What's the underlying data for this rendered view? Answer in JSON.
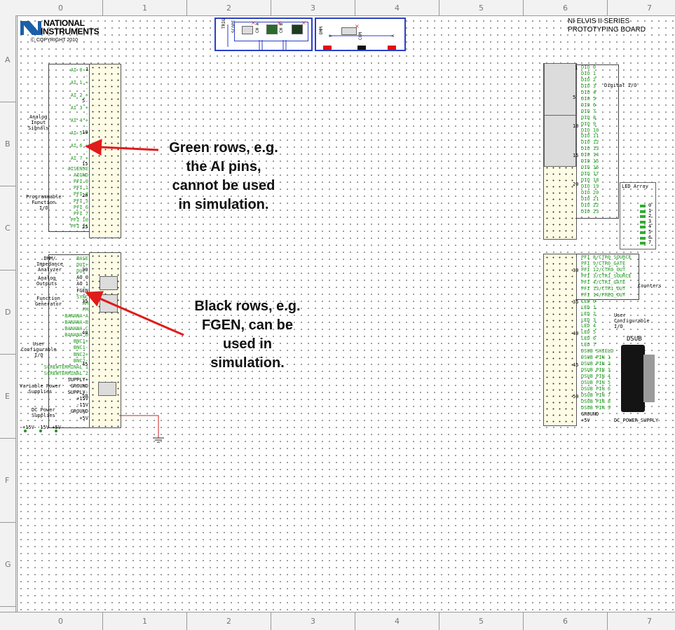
{
  "rulers": {
    "columns": [
      "0",
      "1",
      "2",
      "3",
      "4",
      "5",
      "6",
      "7"
    ],
    "rows": [
      "A",
      "B",
      "C",
      "D",
      "E",
      "F",
      "G"
    ]
  },
  "logo": {
    "line1": "NATIONAL",
    "line2": "INSTRUMENTS",
    "copyright": "COPYRIGHT 2010"
  },
  "board_title": {
    "line1": "NI ELVIS II SERIES",
    "line2": "PROTOTYPING BOARD"
  },
  "left_top": {
    "group_label": "Analog\nInput\nSignals",
    "prog_label": "Programmable\nFunction\nI/O",
    "ai_pins": [
      "AI 0 +",
      "-",
      "AI 1 +",
      "-",
      "AI 2 +",
      "-",
      "AI 3 +",
      "-",
      "AI 4 +",
      "-",
      "AI 5 +",
      "-",
      "AI 6 +",
      "-",
      "AI 7 +",
      "-"
    ],
    "ai_rows": [
      "AI 0",
      "AI 1",
      "AI 2",
      "AI 3",
      "AI 4",
      "AI 5",
      "AI 6",
      "AI 7"
    ],
    "other_pins": [
      "AISENSE",
      "AIGND",
      "PFI 0",
      "PFI 1",
      "PFI 2",
      "PFI 5",
      "PFI 6",
      "PFI 7",
      "PFI 10",
      "PFI 11"
    ],
    "nums": [
      "1",
      "5",
      "10",
      "15",
      "20",
      "25"
    ]
  },
  "left_bottom": {
    "dmm_label": "DMM/\nImpedance\nAnalyzer",
    "ao_label": "Analog\nOutputs",
    "fg_label": "Function\nGenerator",
    "uc_label": "User\nConfigurable\nI/O",
    "vps_label": "Variable Power\nSupplies",
    "dc_label": "DC Power\nSupplies",
    "pins": [
      {
        "t": "BASE",
        "c": "green"
      },
      {
        "t": "DUT+",
        "c": "green"
      },
      {
        "t": "DUT-",
        "c": "green"
      },
      {
        "t": "AO 0",
        "c": "black"
      },
      {
        "t": "AO 1",
        "c": "black"
      },
      {
        "t": "FGEN",
        "c": "black"
      },
      {
        "t": "SYNC",
        "c": "green"
      },
      {
        "t": "AM",
        "c": "green"
      },
      {
        "t": "FM",
        "c": "green"
      },
      {
        "t": "BANANA A",
        "c": "green"
      },
      {
        "t": "BANANA B",
        "c": "green"
      },
      {
        "t": "BANANA C",
        "c": "green"
      },
      {
        "t": "BANANA D",
        "c": "green"
      },
      {
        "t": "BNC1+",
        "c": "green"
      },
      {
        "t": "BNC1-",
        "c": "green"
      },
      {
        "t": "BNC2+",
        "c": "green"
      },
      {
        "t": "BNC2-",
        "c": "green"
      },
      {
        "t": "SCREWTERMINAL 1",
        "c": "green"
      },
      {
        "t": "SCREWTERMINAL 2",
        "c": "green"
      },
      {
        "t": "SUPPLY+",
        "c": "black"
      },
      {
        "t": "GROUND",
        "c": "black"
      },
      {
        "t": "SUPPLY-",
        "c": "black"
      },
      {
        "t": "+15V",
        "c": "black"
      },
      {
        "t": "-15V",
        "c": "black"
      },
      {
        "t": "GROUND",
        "c": "black"
      },
      {
        "t": "+5V",
        "c": "black"
      }
    ],
    "nums": [
      "30",
      "35",
      "40",
      "45",
      "50"
    ],
    "bottom_labels": "+15V -15V +5V"
  },
  "right_top": {
    "dio_label": "Digital I/O",
    "dio_pins": [
      "DIO 0",
      "DIO 1",
      "DIO 2",
      "DIO 3",
      "DIO 4",
      "DIO 5",
      "DIO 6",
      "DIO 7",
      "DIO 8",
      "DIO 9",
      "DIO 10",
      "DIO 11",
      "DIO 12",
      "DIO 13",
      "DIO 14",
      "DIO 15",
      "DIO 16",
      "DIO 17",
      "DIO 18",
      "DIO 19",
      "DIO 20",
      "DIO 21",
      "DIO 22",
      "DIO 23"
    ],
    "nums": [
      "1",
      "5",
      "10",
      "15",
      "20"
    ],
    "led_array": "LED Array",
    "led_nums": [
      "0",
      "1",
      "2",
      "3",
      "4",
      "5",
      "6",
      "7"
    ]
  },
  "right_bottom": {
    "counters_label": "Counters",
    "uc_label": "User\nConfigurable\nI/O",
    "pins": [
      "PFI 8/CTR0_SOURCE",
      "PFI 9/CTR0_GATE",
      "PFI 12/CTR0_OUT",
      "PFI 3/CTR1_SOURCE",
      "PFI 4/CTR1_GATE",
      "PFI 13/CTR1_OUT",
      "PFI 14/FREQ_OUT",
      "LED 0",
      "LED 1",
      "LED 2",
      "LED 3",
      "LED 4",
      "LED 5",
      "LED 6",
      "LED 7",
      "DSUB SHIELD",
      "DSUB PIN 1",
      "DSUB PIN 2",
      "DSUB PIN 3",
      "DSUB PIN 4",
      "DSUB PIN 5",
      "DSUB PIN 6",
      "DSUB PIN 7",
      "DSUB PIN 8",
      "DSUB PIN 9",
      "GROUND",
      "+5V"
    ],
    "nums": [
      "30",
      "35",
      "40",
      "45",
      "50"
    ],
    "dsub": "DSUB",
    "dc_supply": "DC_POWER_SUPPLY"
  },
  "top_instruments": {
    "trig": "TRIG",
    "scope": "SCOPE",
    "ch_a": "CH A",
    "ch_b": "CH B",
    "dmm": "DMM",
    "dmm_v": "V",
    "dmm_com": "COM",
    "dmm_a": "A"
  },
  "annotations": {
    "green": "Green rows, e.g.\nthe AI pins,\ncannot be used\nin simulation.",
    "black": "Black rows, e.g.\nFGEN, can be\nused in\nsimulation."
  },
  "colors": {
    "green_text": "#1a9a1a",
    "arrow": "#e01b1b",
    "instrument_border": "#2a3fc8",
    "breadboard": "#fffce6"
  }
}
